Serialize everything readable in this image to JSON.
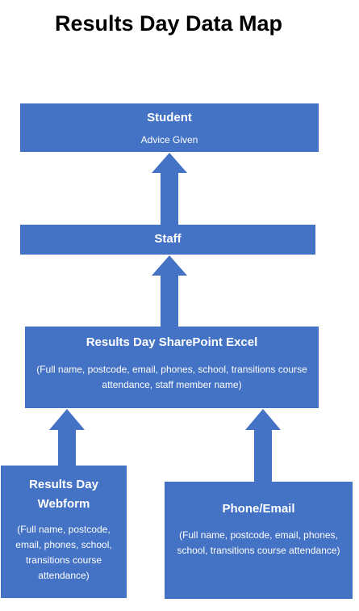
{
  "title": "Results Day Data Map",
  "colors": {
    "box_fill": "#4472c4",
    "arrow_fill": "#4472c4",
    "text_on_box": "#ffffff"
  },
  "boxes": {
    "student": {
      "title": "Student",
      "subtitle": "Advice Given"
    },
    "staff": {
      "title": "Staff"
    },
    "excel": {
      "title": "Results Day SharePoint Excel",
      "subtitle": "(Full name, postcode, email, phones, school, transitions course attendance, staff member name)"
    },
    "webform": {
      "title": "Results Day Webform",
      "subtitle": "(Full name, postcode, email, phones, school, transitions course attendance)"
    },
    "phone_email": {
      "title": "Phone/Email",
      "subtitle": "(Full name, postcode, email, phones, school, transitions course attendance)"
    }
  },
  "flows": [
    {
      "from": "webform",
      "to": "excel"
    },
    {
      "from": "phone_email",
      "to": "excel"
    },
    {
      "from": "excel",
      "to": "staff"
    },
    {
      "from": "staff",
      "to": "student"
    }
  ]
}
